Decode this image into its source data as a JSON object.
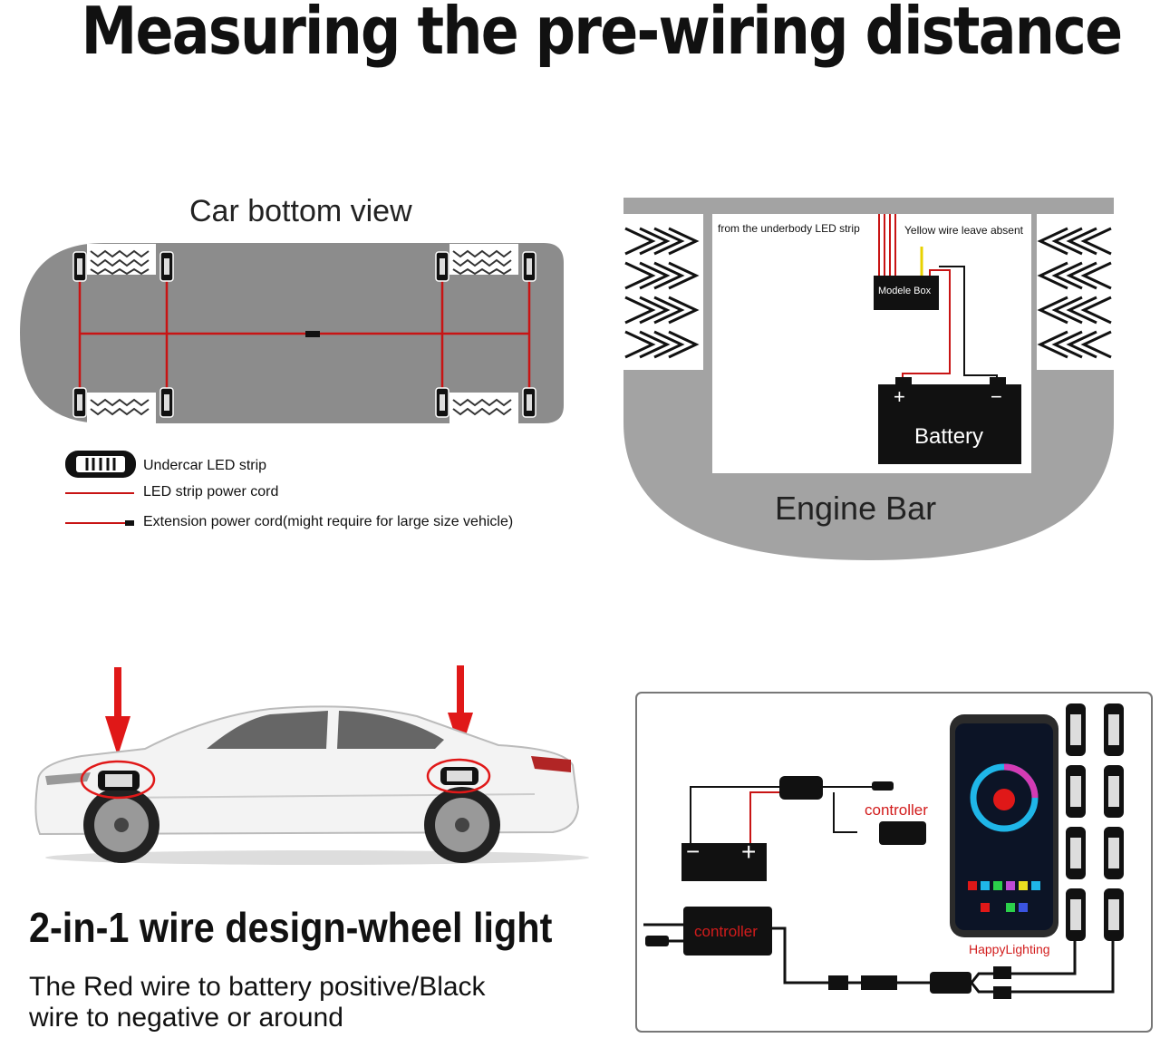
{
  "title": "Measuring the pre-wiring distance",
  "bottom_view": {
    "heading": "Car bottom view",
    "legend": {
      "led_strip": "Undercar LED strip",
      "power_cord": "LED strip power cord",
      "extension": "Extension power cord(might require for large size vehicle)"
    }
  },
  "engine_bay": {
    "label_led": "from the underbody LED strip",
    "label_yellow": "Yellow wire leave absent",
    "module_box": "Modele Box",
    "battery": "Battery",
    "plus": "+",
    "minus": "−",
    "caption": "Engine Bar"
  },
  "wheel": {
    "heading": "2-in-1 wire design-wheel light",
    "desc_line1": "The Red wire to battery positive/Black",
    "desc_line2": "wire to negative or around"
  },
  "wiring": {
    "controller_top": "controller",
    "controller_bottom": "controller",
    "app_name": "HappyLighting",
    "battery_minus": "−",
    "battery_plus": "+"
  },
  "colors": {
    "wire_red": "#c81414",
    "car_gray": "#8c8c8c",
    "panel_gray": "#a3a3a3"
  }
}
